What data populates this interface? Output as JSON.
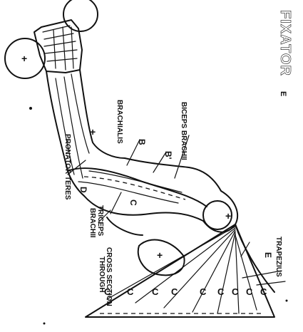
{
  "title": "FIXATOR",
  "title_suffix": "E",
  "labels": {
    "biceps": "BICEPS BRACHII",
    "brachialis": "BRACHIALIS",
    "pronator": "PRONATOR TERES",
    "triceps_line1": "TRICEPS",
    "triceps_line2": "BRACHII",
    "cross_section_line1": "CROSS SECTION",
    "cross_section_line2": "THROUGH",
    "trapezius": "TRAPEZIUS"
  },
  "letters": {
    "B": "B",
    "B_prime": "B'",
    "C": "C",
    "D": "D",
    "E": "E"
  },
  "pivot_symbol": "+"
}
